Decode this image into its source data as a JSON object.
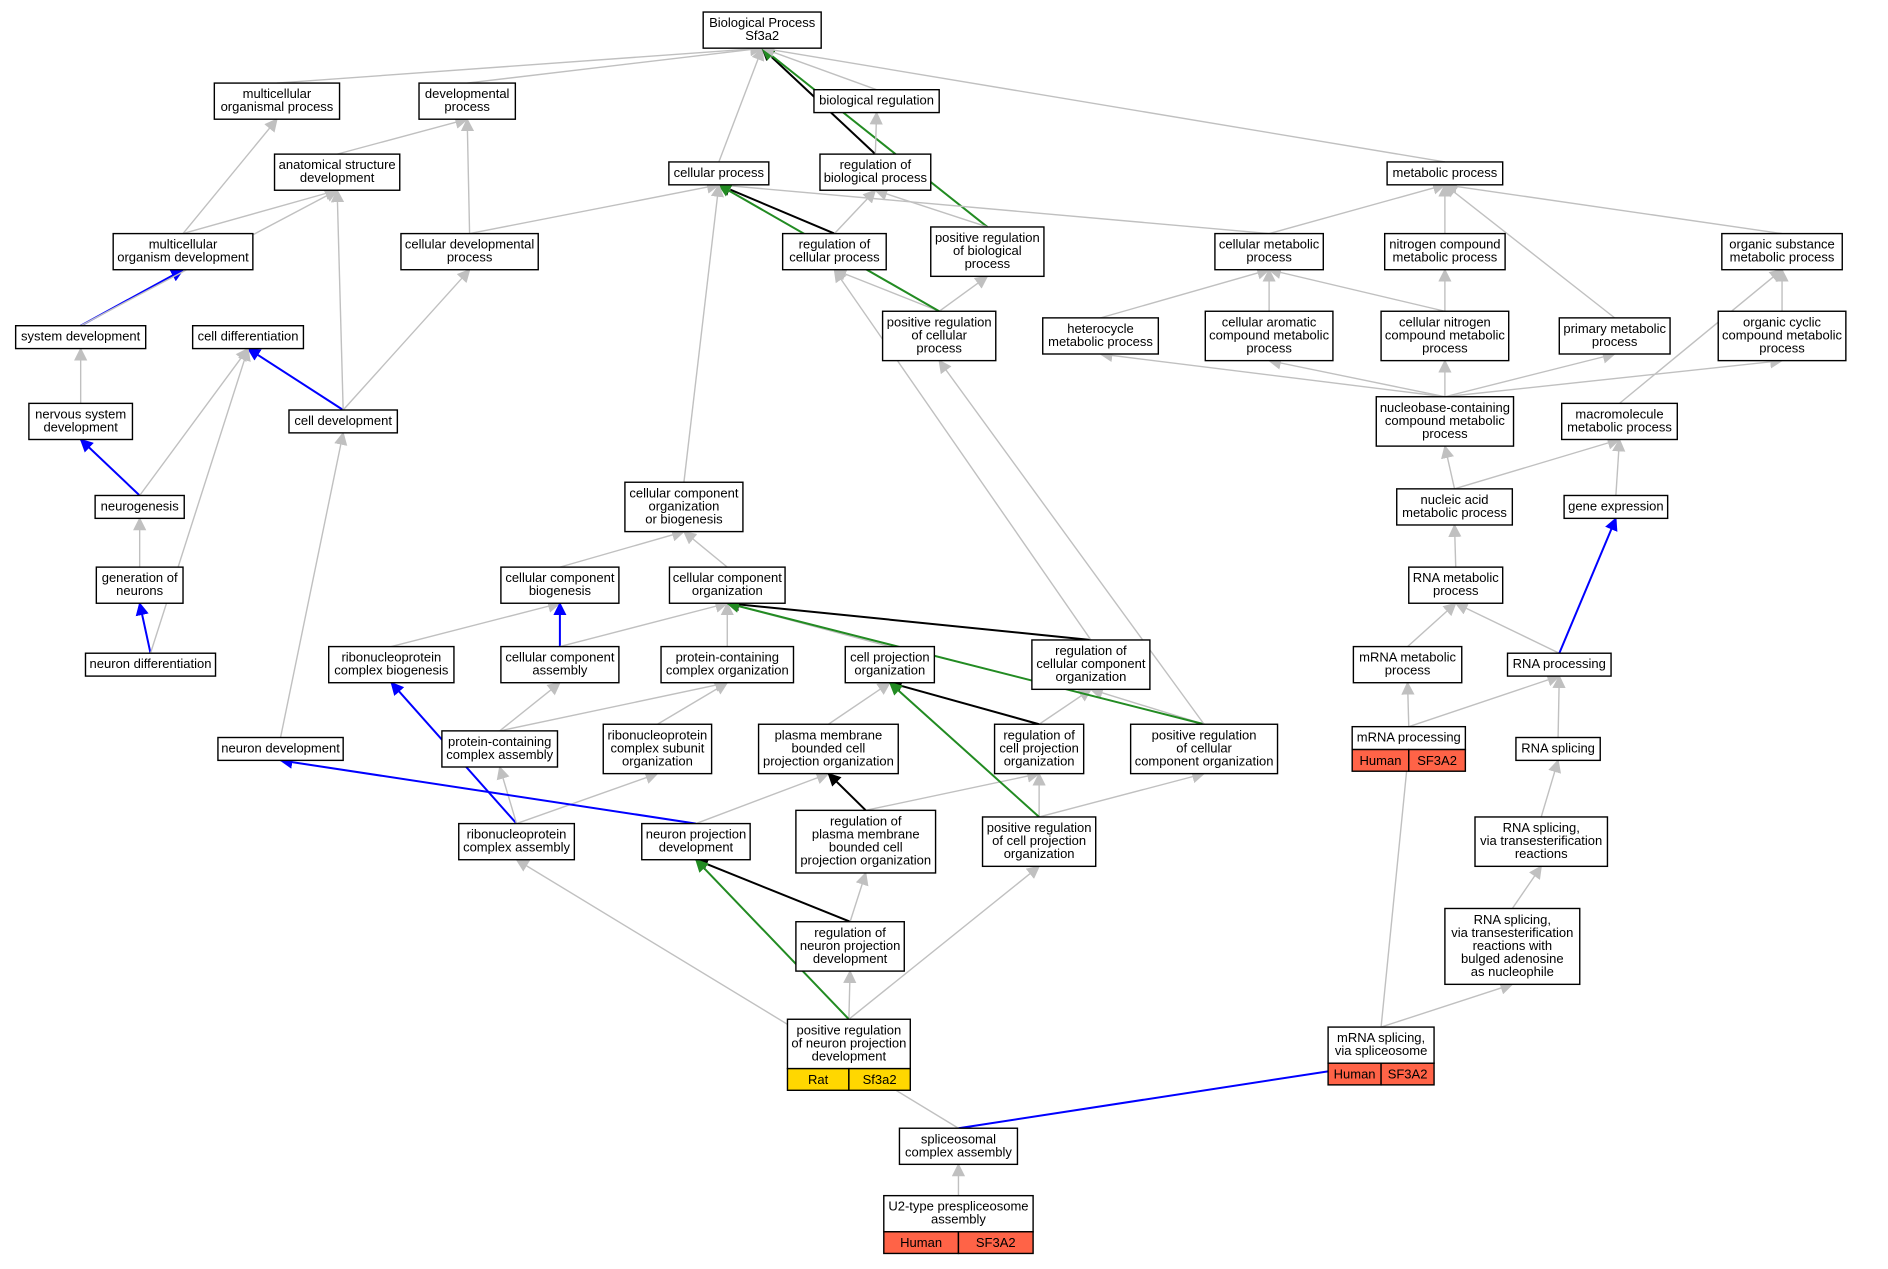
{
  "colors": {
    "gray_edge": "#c0c0c0",
    "black_edge": "#000000",
    "blue_edge": "#0000ff",
    "green_edge": "#228b22",
    "human_tag": "#ff6347",
    "rat_tag": "#ffd700"
  },
  "nodes": {
    "bp": [
      "Biological Process",
      "Sf3a2"
    ],
    "mop": [
      "multicellular",
      "organismal process"
    ],
    "dp": [
      "developmental",
      "process"
    ],
    "breg": [
      "biological regulation"
    ],
    "asd": [
      "anatomical structure",
      "development"
    ],
    "cp": [
      "cellular process"
    ],
    "rbp": [
      "regulation of",
      "biological process"
    ],
    "mp": [
      "metabolic process"
    ],
    "mod": [
      "multicellular",
      "organism development"
    ],
    "cdp": [
      "cellular developmental",
      "process"
    ],
    "rcp": [
      "regulation of",
      "cellular process"
    ],
    "prbp": [
      "positive regulation",
      "of biological",
      "process"
    ],
    "cmp": [
      "cellular metabolic",
      "process"
    ],
    "ncmp": [
      "nitrogen compound",
      "metabolic process"
    ],
    "osmp": [
      "organic substance",
      "metabolic process"
    ],
    "sd": [
      "system development"
    ],
    "cdiff": [
      "cell differentiation"
    ],
    "prcp": [
      "positive regulation",
      "of cellular",
      "process"
    ],
    "hmp": [
      "heterocycle",
      "metabolic process"
    ],
    "camp": [
      "cellular aromatic",
      "compound metabolic",
      "process"
    ],
    "cnmp": [
      "cellular nitrogen",
      "compound metabolic",
      "process"
    ],
    "pmp": [
      "primary metabolic",
      "process"
    ],
    "ocmp": [
      "organic cyclic",
      "compound metabolic",
      "process"
    ],
    "nsd": [
      "nervous system",
      "development"
    ],
    "cdev": [
      "cell development"
    ],
    "nbmp": [
      "nucleobase-containing",
      "compound metabolic",
      "process"
    ],
    "mmp": [
      "macromolecule",
      "metabolic process"
    ],
    "neurog": [
      "neurogenesis"
    ],
    "ccob": [
      "cellular component",
      "organization",
      "or biogenesis"
    ],
    "namp": [
      "nucleic acid",
      "metabolic process"
    ],
    "ge": [
      "gene expression"
    ],
    "gon": [
      "generation of",
      "neurons"
    ],
    "ccb": [
      "cellular component",
      "biogenesis"
    ],
    "cco": [
      "cellular component",
      "organization"
    ],
    "rnamp": [
      "RNA metabolic",
      "process"
    ],
    "ndiff": [
      "neuron differentiation"
    ],
    "rcb": [
      "ribonucleoprotein",
      "complex biogenesis"
    ],
    "cca": [
      "cellular component",
      "assembly"
    ],
    "pcco": [
      "protein-containing",
      "complex organization"
    ],
    "cpo": [
      "cell projection",
      "organization"
    ],
    "rcco": [
      "regulation of",
      "cellular component",
      "organization"
    ],
    "mrnamp": [
      "mRNA metabolic",
      "process"
    ],
    "rnap": [
      "RNA processing"
    ],
    "pcca": [
      "protein-containing",
      "complex assembly"
    ],
    "rcso": [
      "ribonucleoprotein",
      "complex subunit",
      "organization"
    ],
    "pmbo": [
      "plasma membrane",
      "bounded cell",
      "projection organization"
    ],
    "rcpo": [
      "regulation of",
      "cell projection",
      "organization"
    ],
    "prcco": [
      "positive regulation",
      "of cellular",
      "component organization"
    ],
    "mrnap": [
      "mRNA processing"
    ],
    "rnas": [
      "RNA splicing"
    ],
    "nd": [
      "neuron development"
    ],
    "rca": [
      "ribonucleoprotein",
      "complex assembly"
    ],
    "npd": [
      "neuron projection",
      "development"
    ],
    "rpmb": [
      "regulation of",
      "plasma membrane",
      "bounded cell",
      "projection organization"
    ],
    "prcpo": [
      "positive regulation",
      "of cell projection",
      "organization"
    ],
    "rnast": [
      "RNA splicing,",
      "via transesterification",
      "reactions"
    ],
    "rnpd": [
      "regulation of",
      "neuron projection",
      "development"
    ],
    "rnastb": [
      "RNA splicing,",
      "via transesterification",
      "reactions with",
      "bulged adenosine",
      "as nucleophile"
    ],
    "prnpd": [
      "positive regulation",
      "of neuron projection",
      "development"
    ],
    "mrnas": [
      "mRNA splicing,",
      "via spliceosome"
    ],
    "sca": [
      "spliceosomal",
      "complex assembly"
    ],
    "u2": [
      "U2-type prespliceosome",
      "assembly"
    ]
  },
  "tags": {
    "mrnap": [
      "Human",
      "SF3A2"
    ],
    "prnpd": [
      "Rat",
      "Sf3a2"
    ],
    "mrnas": [
      "Human",
      "SF3A2"
    ],
    "u2": [
      "Human",
      "SF3A2"
    ]
  }
}
